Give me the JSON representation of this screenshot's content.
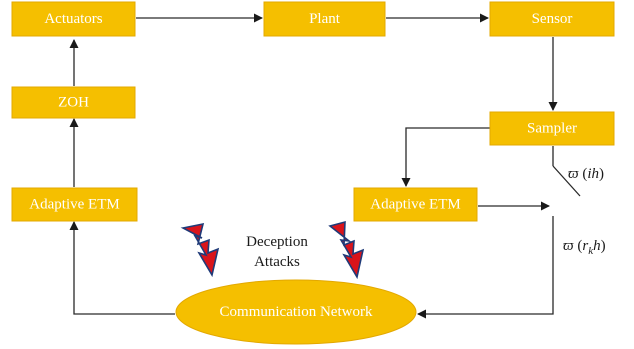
{
  "blocks": {
    "actuators": "Actuators",
    "plant": "Plant",
    "sensor": "Sensor",
    "zoh": "ZOH",
    "sampler": "Sampler",
    "etm_left": "Adaptive ETM",
    "etm_right": "Adaptive ETM",
    "network": "Communication Network"
  },
  "attack": {
    "line1": "Deception",
    "line2": "Attacks"
  },
  "signals": {
    "sampled": {
      "omega": "ϖ",
      "open": " (",
      "arg": "ih",
      "close": ")"
    },
    "triggered": {
      "omega": "ϖ",
      "open": " (",
      "r": "r",
      "sub": "k",
      "h": "h",
      "close": ")"
    }
  },
  "colors": {
    "block_fill": "#f5bf00",
    "block_text": "#ffffff",
    "bolt_fill": "#d9141b",
    "bolt_outline": "#1f3a78"
  }
}
